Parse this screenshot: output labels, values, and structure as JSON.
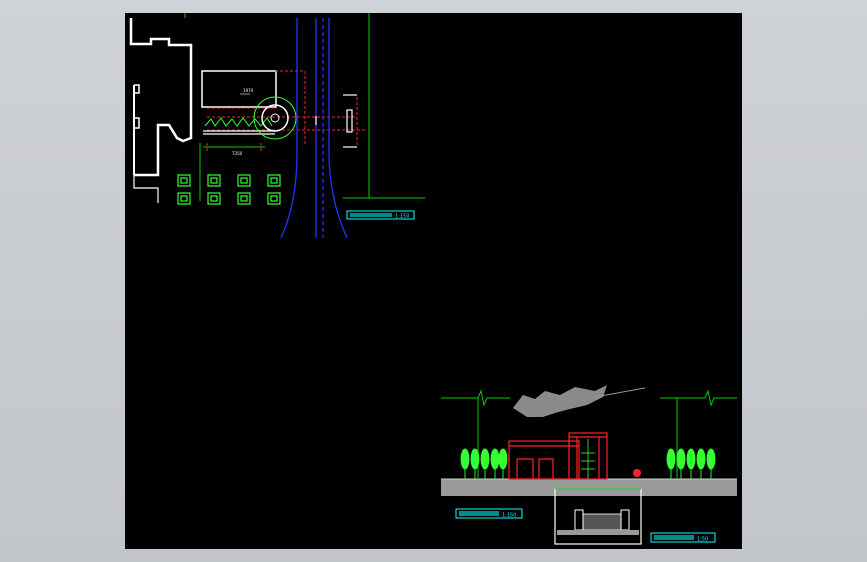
{
  "colors": {
    "background": "#000000",
    "frame": "#c8cbd0",
    "wall": "#ffffff",
    "road": "#2233ff",
    "axis": "#00cc00",
    "hidden": "#ff2222",
    "tree": "#33ff33",
    "ground": "#9a9a9a",
    "title_box": "#00ffff"
  },
  "scale_labels": {
    "plan": "1:150",
    "front_elevation": "1:150",
    "side_elevation": "1:50"
  },
  "plan_marks": {
    "room_tag": "1970",
    "dim_bottom": "7350"
  }
}
